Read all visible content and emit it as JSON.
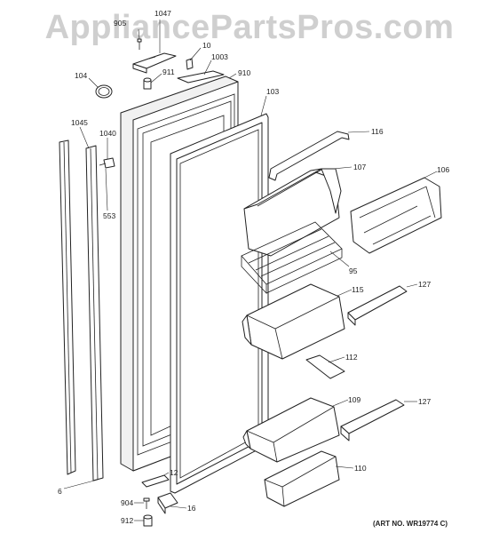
{
  "watermark": "AppliancePartsPros.com",
  "art_number": "(ART NO. WR19774 C)",
  "callouts": {
    "c905": "905",
    "c1047": "1047",
    "c10": "10",
    "c1003": "1003",
    "c104": "104",
    "c911": "911",
    "c910": "910",
    "c103": "103",
    "c1045": "1045",
    "c1040": "1040",
    "c553": "553",
    "c116": "116",
    "c107": "107",
    "c106": "106",
    "c95": "95",
    "c115": "115",
    "c127a": "127",
    "c112": "112",
    "c109": "109",
    "c127b": "127",
    "c110": "110",
    "c6": "6",
    "c12": "12",
    "c904": "904",
    "c16": "16",
    "c912": "912"
  }
}
